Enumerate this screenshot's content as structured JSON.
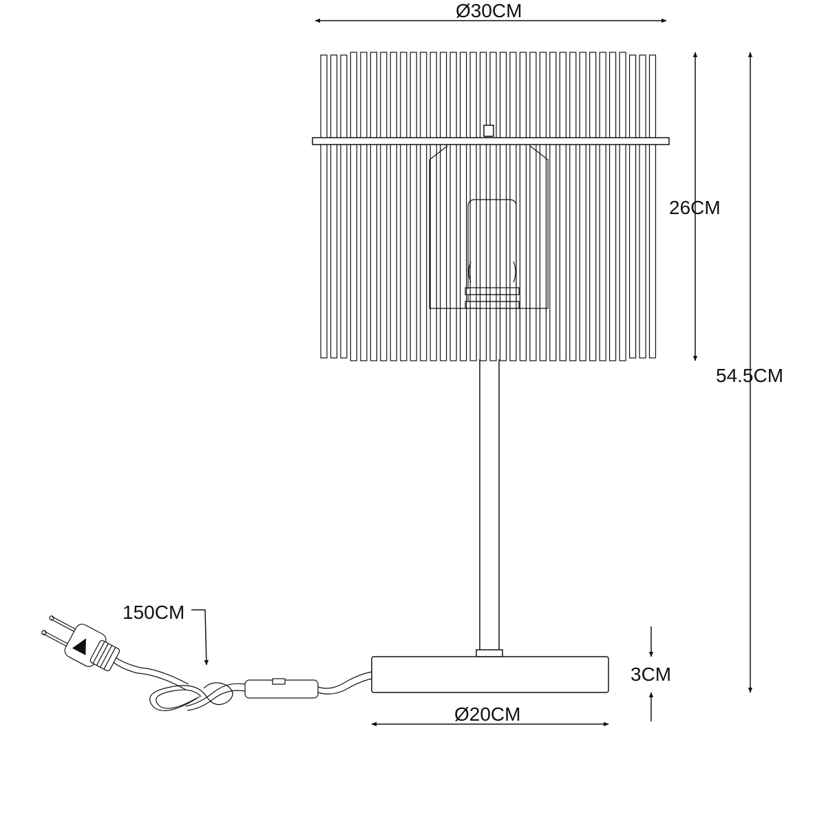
{
  "dimensions": {
    "shade_diameter": "Ø30CM",
    "shade_height": "26CM",
    "total_height": "54.5CM",
    "cord_length": "150CM",
    "base_height": "3CM",
    "base_diameter": "Ø20CM"
  },
  "colors": {
    "line": "#111111",
    "background": "#ffffff"
  }
}
